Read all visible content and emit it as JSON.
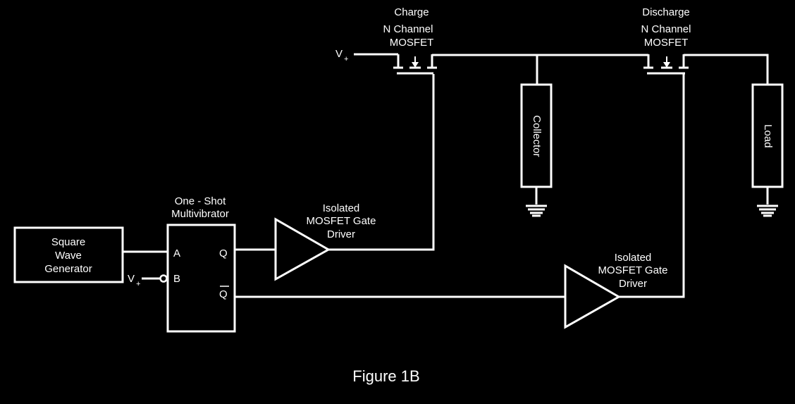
{
  "square_wave_generator": {
    "lines": [
      "Square",
      "Wave",
      "Generator"
    ]
  },
  "one_shot": {
    "title_lines": [
      "One - Shot",
      "Multivibrator"
    ],
    "pin_a": "A",
    "pin_b": "B",
    "pin_q": "Q",
    "pin_qbar": "Q"
  },
  "supply_b": {
    "v": "V",
    "sub": "+"
  },
  "supply_charge": {
    "v": "V",
    "sub": "+"
  },
  "driver_1": {
    "lines": [
      "Isolated",
      "MOSFET Gate",
      "Driver"
    ]
  },
  "driver_2": {
    "lines": [
      "Isolated",
      "MOSFET Gate",
      "Driver"
    ]
  },
  "charge_mosfet": {
    "lines": [
      "Charge",
      "N Channel",
      "MOSFET"
    ]
  },
  "discharge_mosfet": {
    "lines": [
      "Discharge",
      "N Channel",
      "MOSFET"
    ]
  },
  "collector": {
    "label": "Collector"
  },
  "load": {
    "label": "Load"
  },
  "caption": "Figure 1B",
  "colors": {
    "background": "#000000",
    "foreground": "#ffffff"
  }
}
